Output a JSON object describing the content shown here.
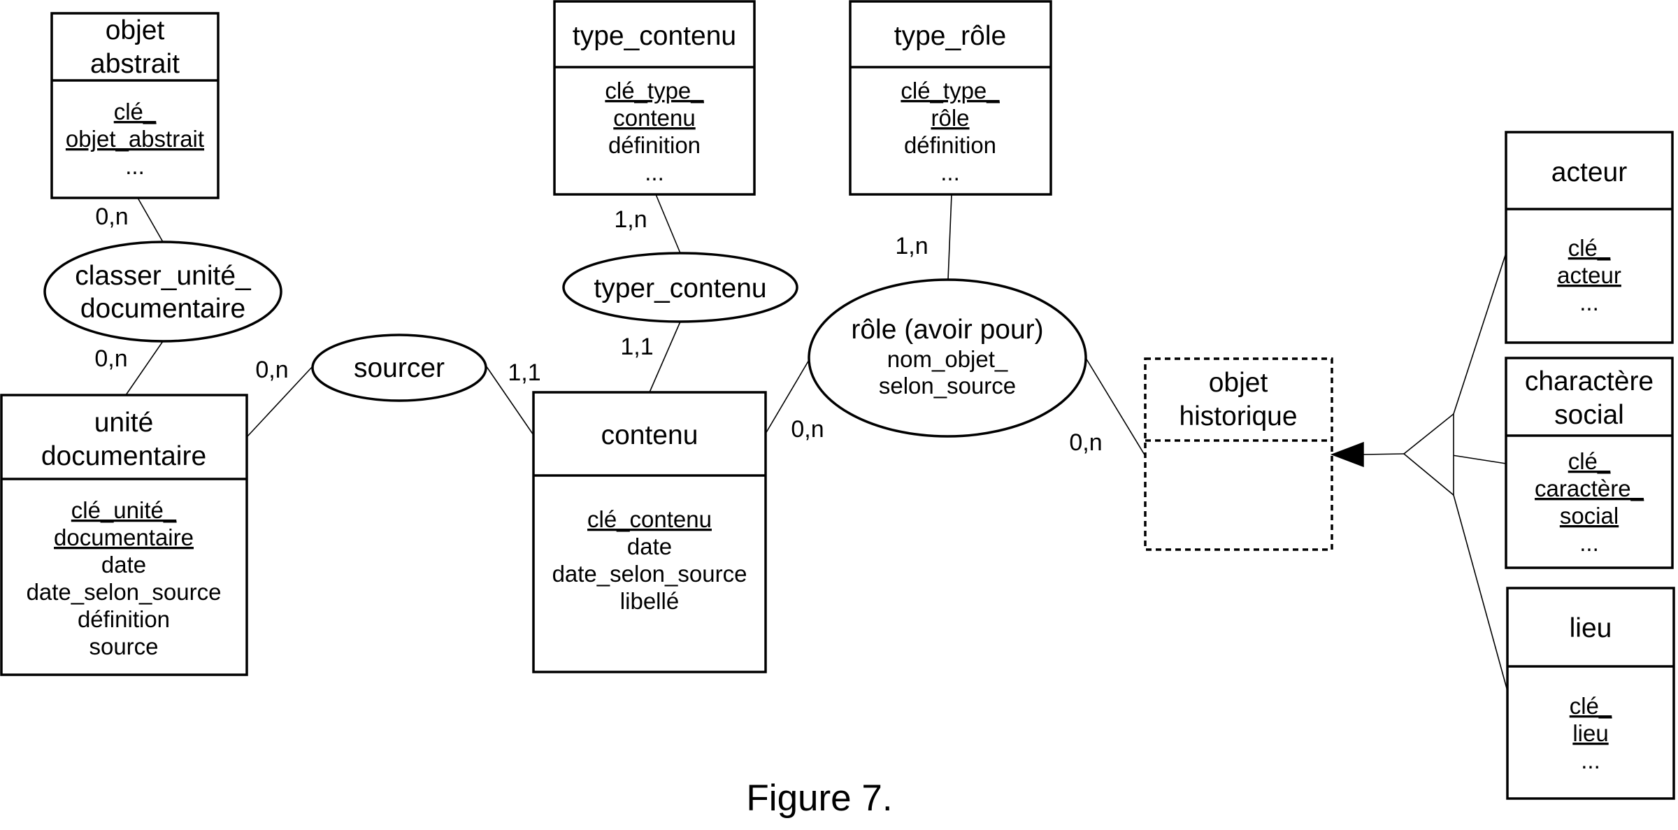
{
  "entities": {
    "objet_abstrait": {
      "title": [
        "objet",
        "abstrait"
      ],
      "key": [
        "clé_",
        "objet_abstrait"
      ],
      "attrs": [
        "..."
      ]
    },
    "type_contenu": {
      "title": [
        "type_contenu"
      ],
      "key": [
        "clé_type_",
        "contenu"
      ],
      "attrs": [
        "définition",
        "..."
      ]
    },
    "type_role": {
      "title": [
        "type_rôle"
      ],
      "key": [
        "clé_type_",
        "rôle"
      ],
      "attrs": [
        "définition",
        "..."
      ]
    },
    "acteur": {
      "title": [
        "acteur"
      ],
      "key": [
        "clé_",
        "acteur"
      ],
      "attrs": [
        "..."
      ]
    },
    "caractere_social": {
      "title": [
        "charactère",
        "social"
      ],
      "key": [
        "clé_",
        "caractère_",
        "social"
      ],
      "attrs": [
        "..."
      ]
    },
    "lieu": {
      "title": [
        "lieu"
      ],
      "key": [
        "clé_",
        "lieu"
      ],
      "attrs": [
        "..."
      ]
    },
    "unite_documentaire": {
      "title": [
        "unité",
        "documentaire"
      ],
      "key": [
        "clé_unité_",
        "documentaire"
      ],
      "attrs": [
        "date",
        "date_selon_source",
        "définition",
        "source"
      ]
    },
    "contenu": {
      "title": [
        "contenu"
      ],
      "key": [
        "clé_contenu"
      ],
      "attrs": [
        "date",
        "date_selon_source",
        "libellé"
      ]
    },
    "objet_historique": {
      "title": [
        "objet",
        "historique"
      ],
      "key": [],
      "attrs": []
    }
  },
  "associations": {
    "classer": {
      "title": [
        "classer_unité_",
        "documentaire"
      ],
      "attrs": []
    },
    "typer": {
      "title": [
        "typer_contenu"
      ],
      "attrs": []
    },
    "sourcer": {
      "title": [
        "sourcer"
      ],
      "attrs": []
    },
    "role": {
      "title": [
        "rôle (avoir pour)"
      ],
      "attrs": [
        "nom_objet_",
        "selon_source"
      ]
    }
  },
  "cardinalities": {
    "objet_abstrait_classer": "0,n",
    "unite_classer": "0,n",
    "unite_sourcer": "0,n",
    "contenu_sourcer": "1,1",
    "type_contenu_typer": "1,n",
    "contenu_typer": "1,1",
    "type_role_role": "1,n",
    "contenu_role": "0,n",
    "objet_historique_role": "0,n"
  },
  "caption": "Figure 7."
}
